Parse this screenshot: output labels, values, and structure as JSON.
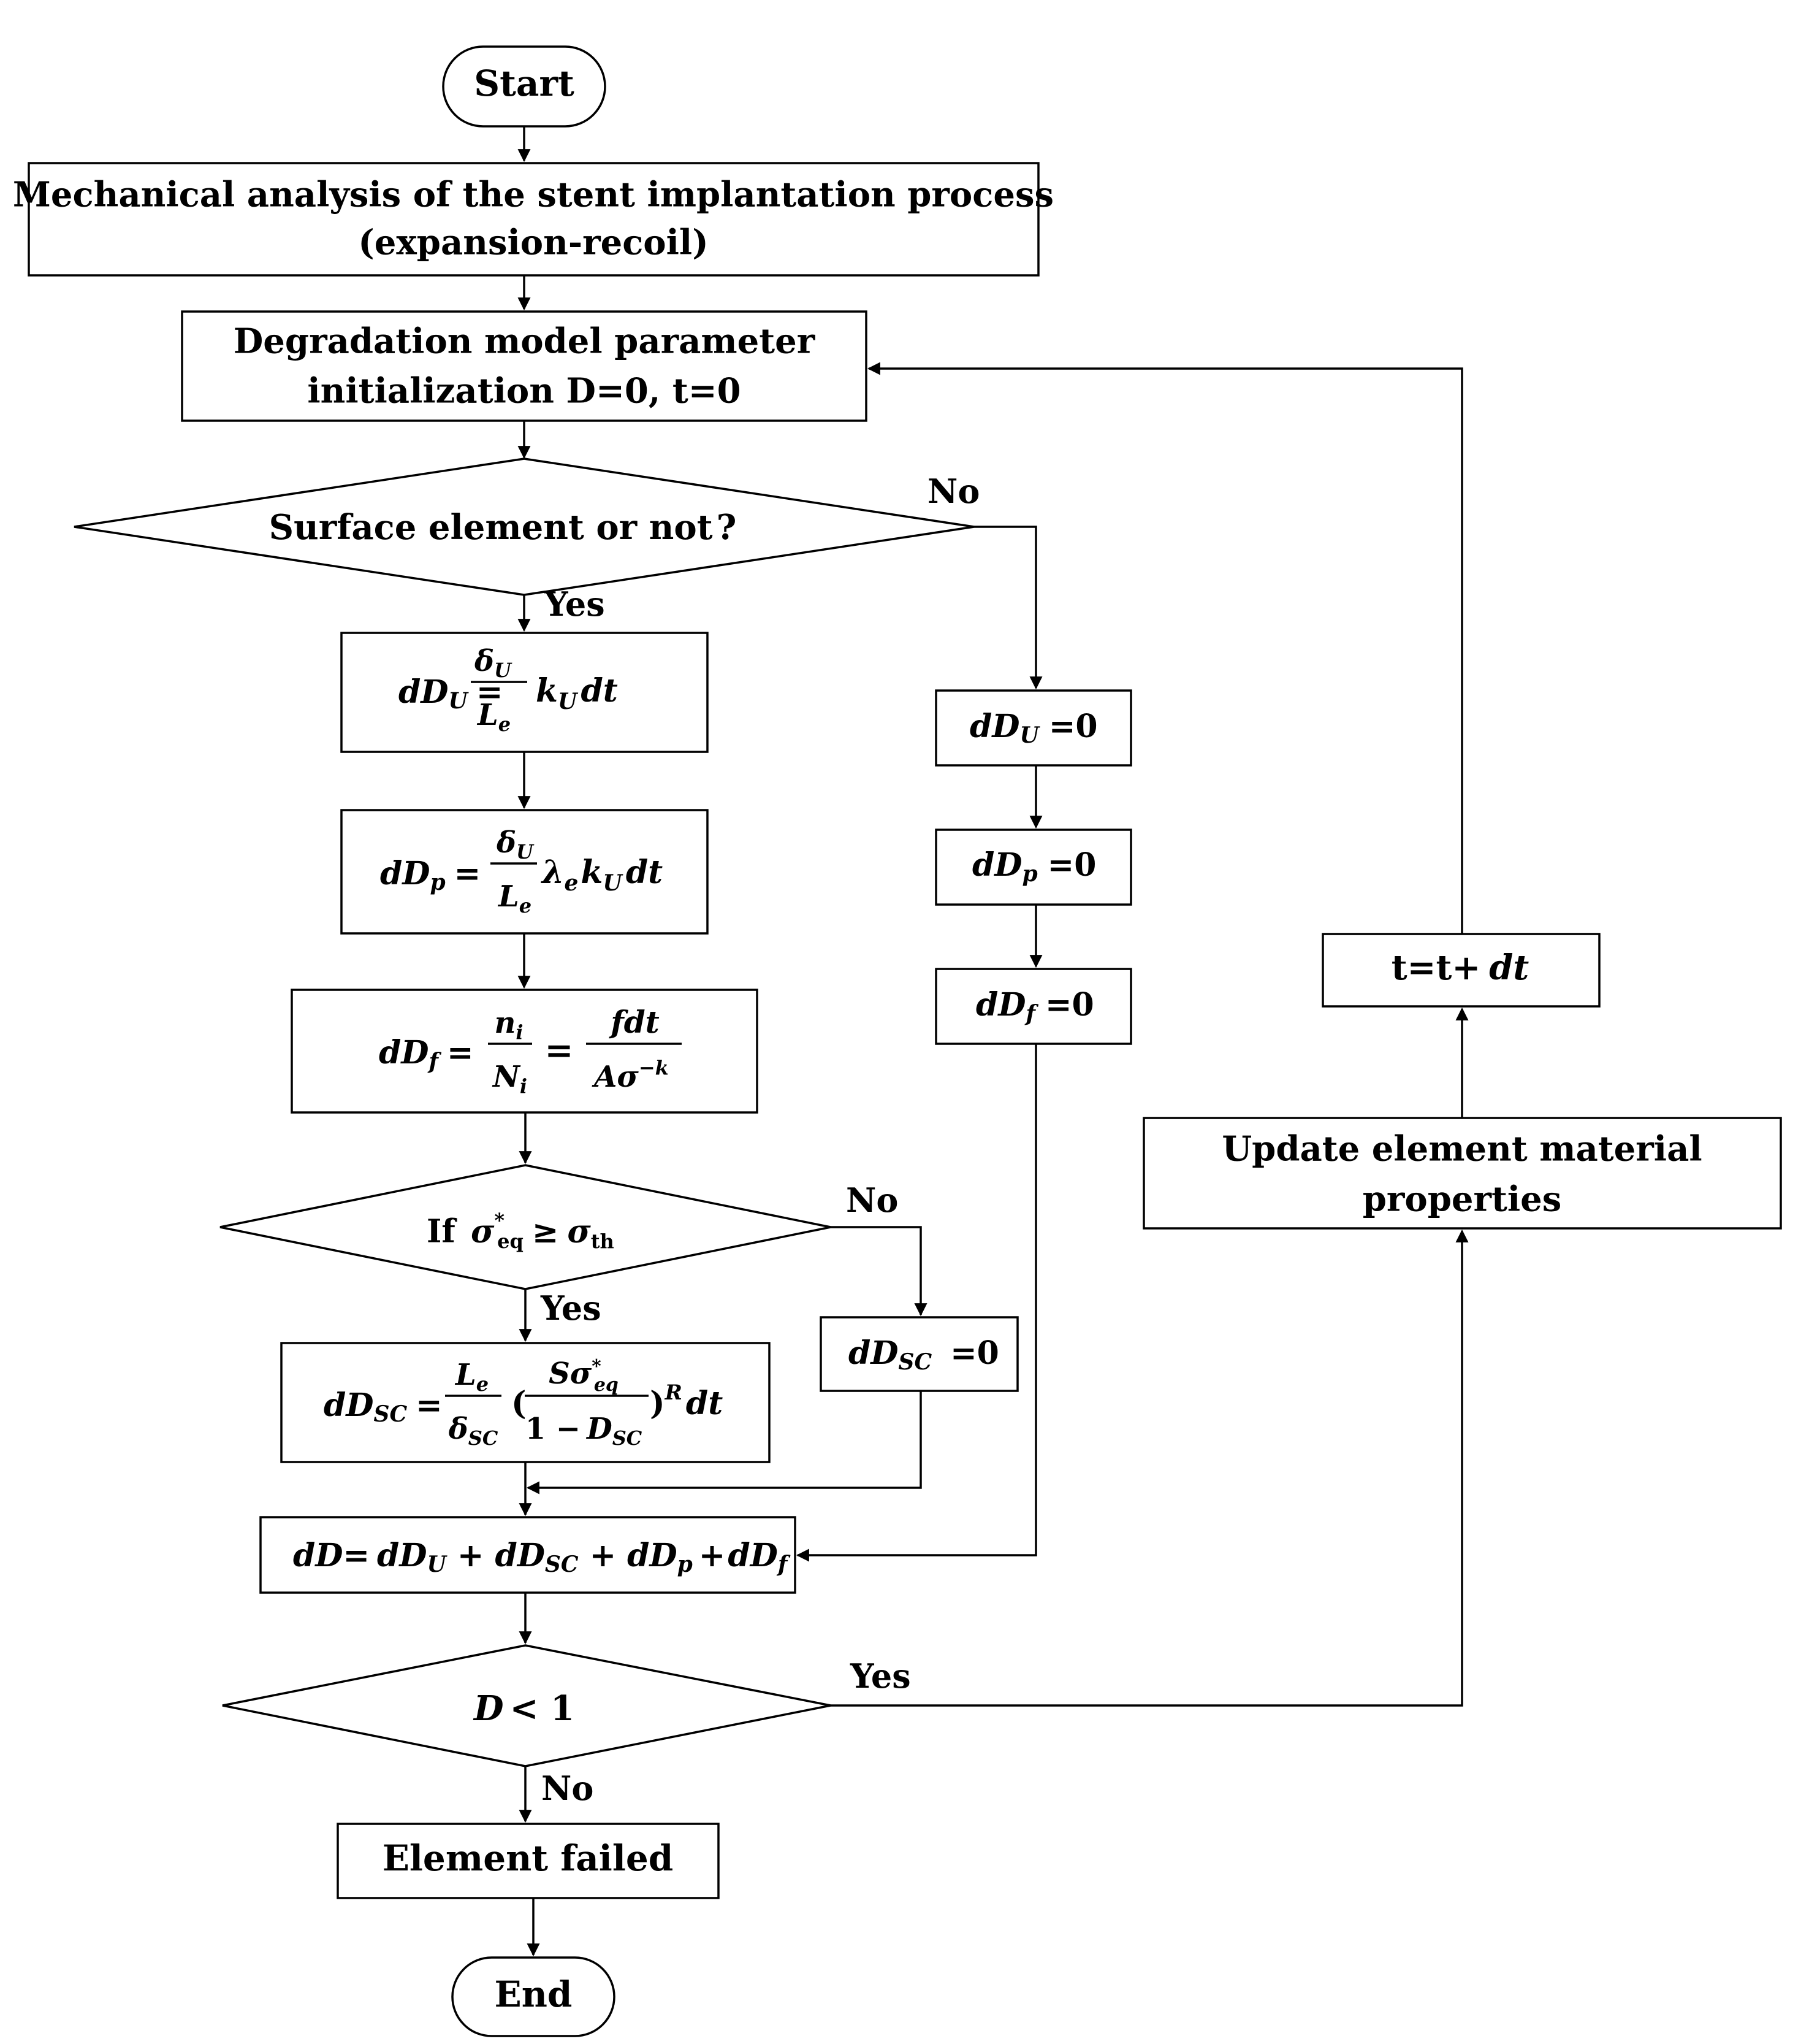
{
  "nodes": {
    "start": "Start",
    "mech_line1": "Mechanical analysis of the stent implantation process",
    "mech_line2": "(expansion-recoil)",
    "init_line1": "Degradation model parameter",
    "init_line2": "initialization D=0, t=0",
    "surface_question": "Surface element or not",
    "surface_qmark": "?",
    "dDU_zero": "=0",
    "dDp_zero": "=0",
    "dDf_zero": "=0",
    "dDSC_zero": "=0",
    "time_update": "t=t+",
    "update_line1": "Update element material",
    "update_line2": "properties",
    "sum_label": "dD=",
    "threshold_if": "If",
    "d_less_one": "< 1",
    "failed": "Element failed",
    "end": "End"
  },
  "labels": {
    "yes": "Yes",
    "no": "No"
  },
  "math": {
    "dD": "dD",
    "d": "d",
    "dt": "dt",
    "D": "D",
    "U": "U",
    "p": "p",
    "f": "f",
    "SC": "SC",
    "delta": "δ",
    "L": "L",
    "e": "e",
    "k": "k",
    "lambda": "λ",
    "n": "n",
    "N": "N",
    "i": "i",
    "fdt": "fdt",
    "A_sigma": "Aσ",
    "minus_k": "−k",
    "S_sigma": "Sσ",
    "star": "*",
    "eq": "eq",
    "sigma": "σ",
    "th": "th",
    "geq": "≥",
    "equals": "=",
    "plus": "+",
    "one_minus": "1 −",
    "R": "R",
    "lparen": "(",
    "rparen": ")"
  }
}
